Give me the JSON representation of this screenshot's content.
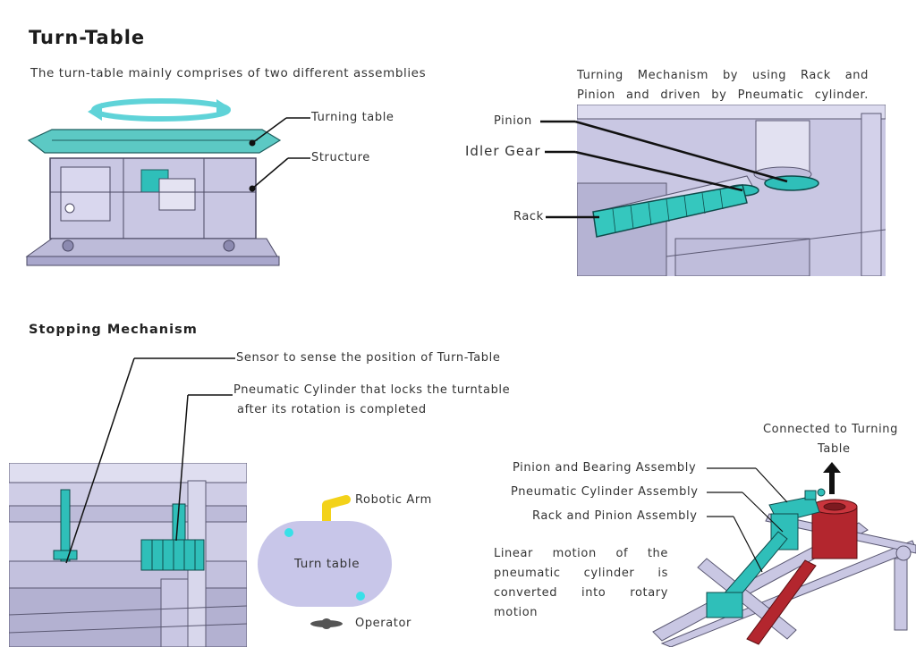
{
  "page": {
    "title": "Turn-Table",
    "subtitle": "The turn-table mainly comprises of two different assemblies",
    "stopping_heading": "Stopping Mechanism"
  },
  "turntable_figure": {
    "label_turning_table": "Turning table",
    "label_structure": "Structure"
  },
  "rack_figure": {
    "caption_line1": "Turning Mechanism by using Rack and",
    "caption_line2": "Pinion and driven by Pneumatic cylinder.",
    "label_pinion": "Pinion",
    "label_idler": "Idler Gear",
    "label_rack": "Rack"
  },
  "stopping_figure": {
    "label_sensor": "Sensor to sense the position of Turn-Table",
    "label_cylinder_line1": "Pneumatic Cylinder that locks the turntable",
    "label_cylinder_line2": "after its rotation is completed"
  },
  "layout_sketch": {
    "robotic_arm": "Robotic Arm",
    "turn_table": "Turn table",
    "operator": "Operator"
  },
  "assembly_figure": {
    "connected_line1": "Connected to Turning",
    "connected_line2": "Table",
    "pinion_bearing": "Pinion and Bearing Assembly",
    "pneumatic_cylinder": "Pneumatic Cylinder Assembly",
    "rack_pinion": "Rack and Pinion Assembly",
    "linear_line1": "Linear motion of the",
    "linear_line2": "pneumatic cylinder is",
    "linear_line3": "converted into rotary",
    "linear_line4": "motion"
  },
  "colors": {
    "frame": "#b9b6d8",
    "frame_dark": "#5a5872",
    "teal": "#2fbfb9",
    "red": "#b3262e",
    "yellow": "#f3d21a"
  }
}
